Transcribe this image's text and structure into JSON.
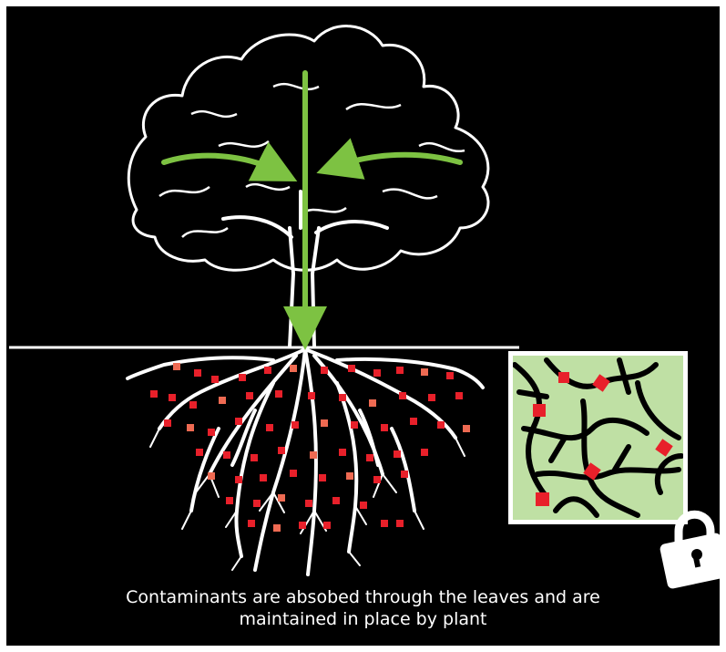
{
  "caption": {
    "line1": "Contaminants are absobed through the leaves and are",
    "line2": "maintained in place by plant"
  },
  "colors": {
    "background": "#000000",
    "outline": "#ffffff",
    "arrow": "#7dc242",
    "contaminant": "#e8202a",
    "contaminant_alt": "#ee6a52",
    "inset_fill": "#bfe0a4"
  },
  "icons": [
    "tree",
    "roots",
    "arrow-down",
    "arrow-left",
    "arrow-right",
    "inset-zoom",
    "padlock-icon"
  ]
}
